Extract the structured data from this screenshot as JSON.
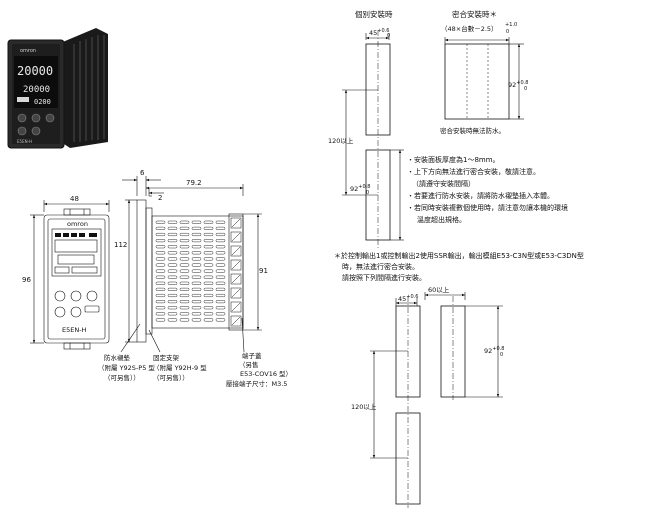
{
  "photo": {
    "brand": "omron",
    "pv": "20000",
    "sv": "20000",
    "mv": "0200",
    "model": "E5EN-H"
  },
  "front_view": {
    "width": "48",
    "height": "96",
    "brand": "omron",
    "model": "E5EN-H"
  },
  "side_view": {
    "dim_panel": "6",
    "dim_gap": "2",
    "dim_depth": "79.2",
    "dim_height_front": "112",
    "dim_height_body": "91"
  },
  "callouts": {
    "gasket": [
      "防水襯墊",
      "（附屬 Y92S-P5 型",
      "（可另售））"
    ],
    "bracket": [
      "固定支架",
      "（附屬 Y92H-9 型",
      "（可另售））"
    ],
    "terminal_cover": [
      "端子蓋",
      "（另售",
      "E53-COV16 型）"
    ],
    "terminal_screw": "壓接端子尺寸：M3.5"
  },
  "cutout": {
    "title_single": "個別安裝時",
    "title_multi": "密合安裝時＊",
    "multi_formula": "（48×台數－2.5）",
    "multi_tol": "+1.0",
    "multi_tol_low": "0",
    "width": "45",
    "height": "92",
    "tol_w": "+0.6",
    "tol_h": "+0.8",
    "tol_low": "0",
    "spacing": "120以上",
    "spacing_width": "60以上",
    "multi_note": "密合安裝時無法防水。",
    "notes": [
      "・安裝面板厚度為1～8mm。",
      "・上下方向無法進行密合安裝，敬請注意。",
      "（請遵守安裝間隔）",
      "・若要進行防水安裝，請將防水襯墊插入本體。",
      "・若同時安裝複數個使用時，請注意勿讓本機的環境",
      "溫度超出規格。"
    ],
    "ssr_note": [
      "＊於控制輸出1或控制輸出2使用SSR輸出，輸出模組E53-C3N型或E53-C3DN型",
      "時，無法進行密合安裝。",
      "請按照下列間隔進行安裝。"
    ]
  }
}
